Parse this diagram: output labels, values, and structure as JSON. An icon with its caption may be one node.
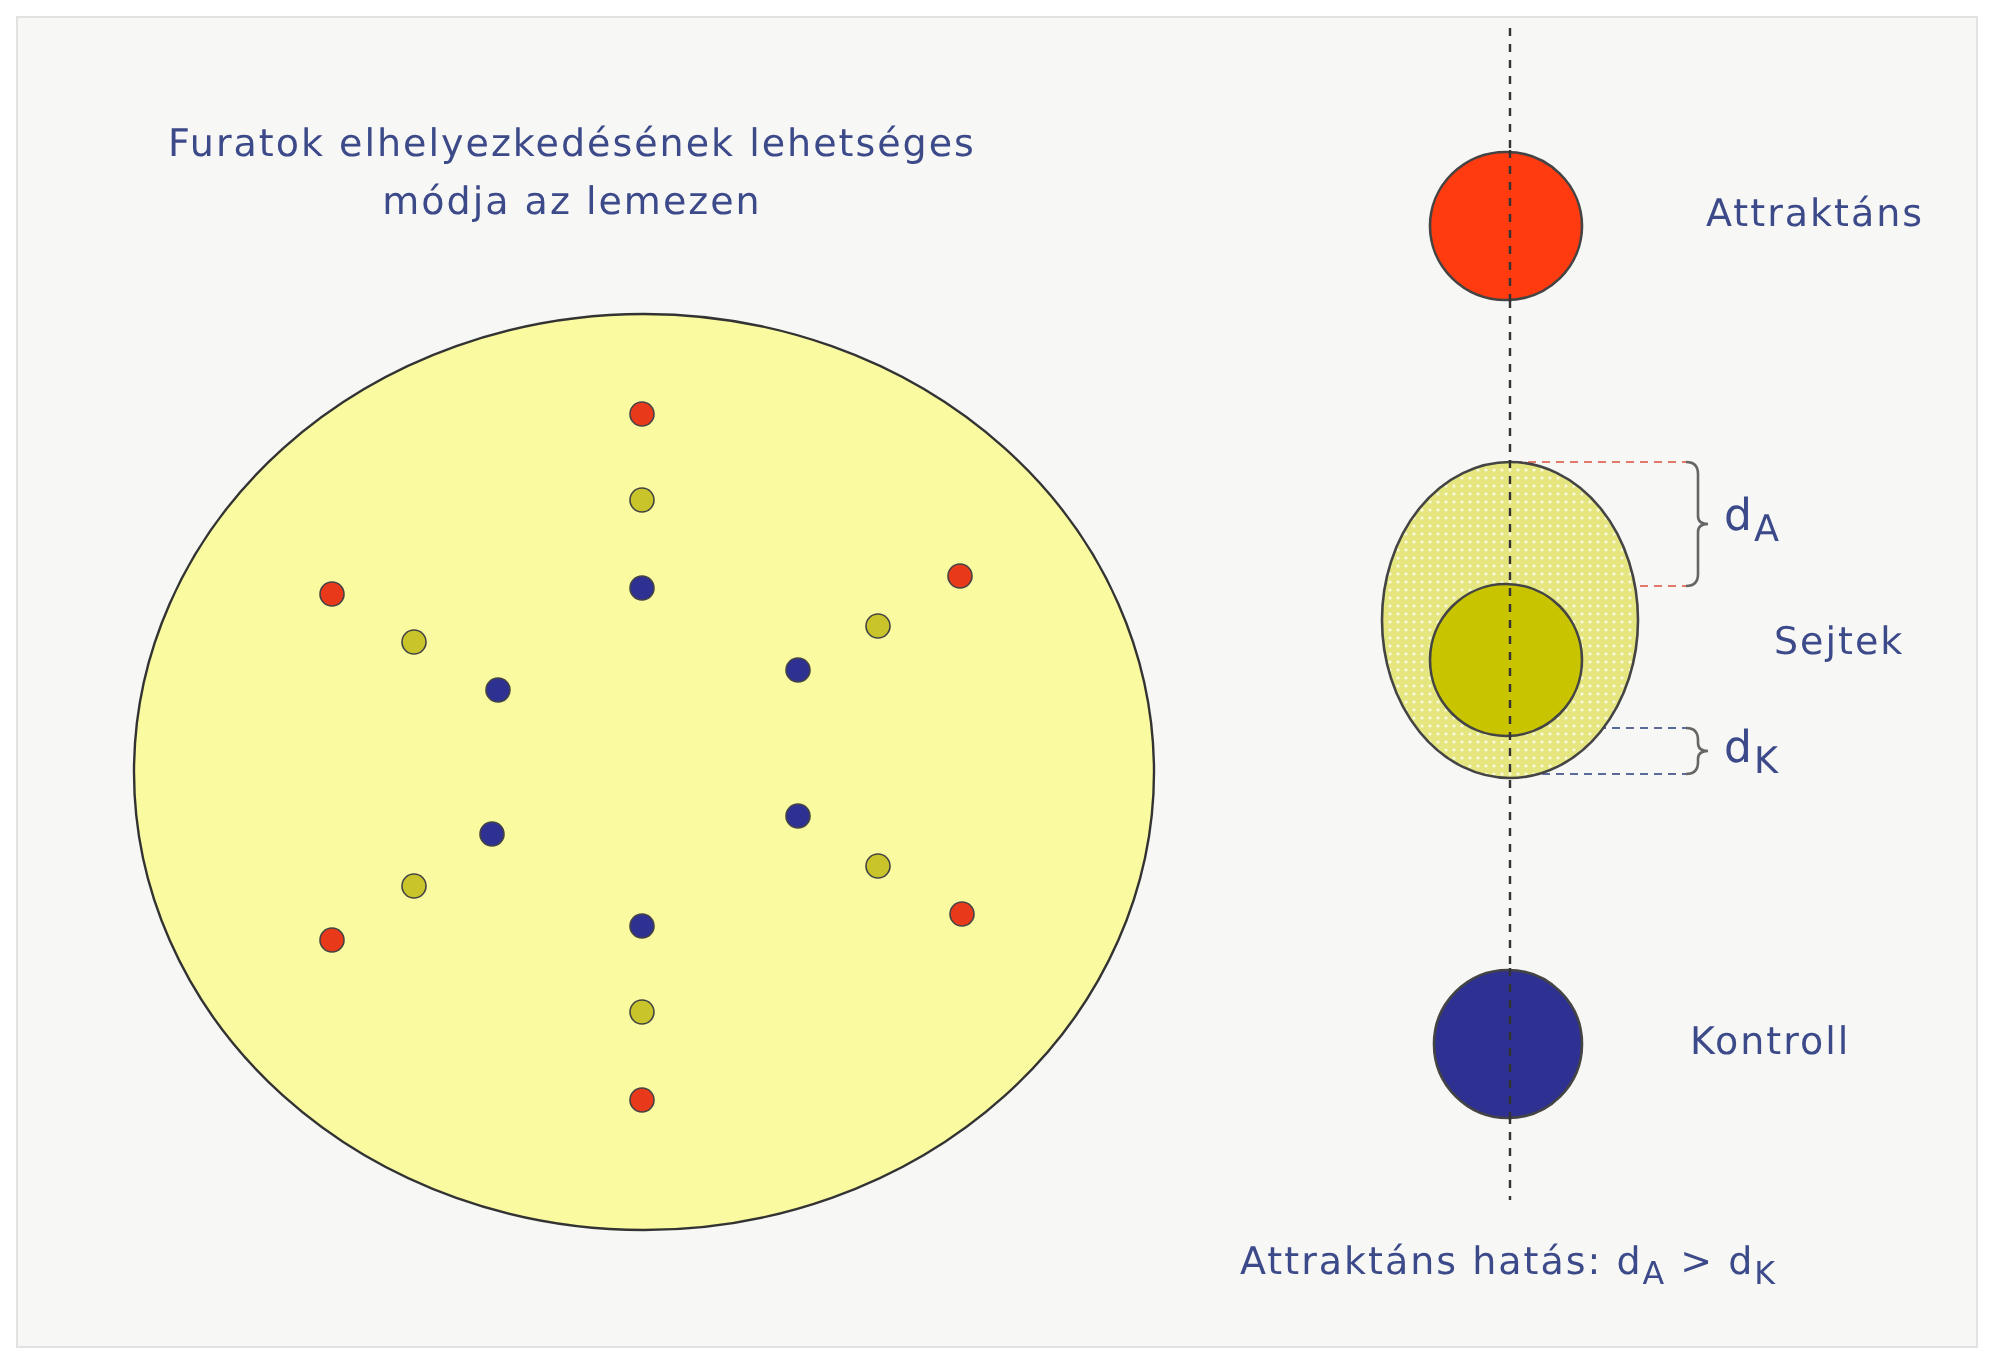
{
  "diagram": {
    "title": "Furatok elhelyezkedésének lehetséges módja az lemezen",
    "nodes": [
      {
        "text": [],
        "shape": "circle",
        "beside": [
          "Attraktáns"
        ]
      },
      {
        "text": [],
        "shape": "circle",
        "beside": [
          "Sejtek"
        ]
      },
      {
        "text": [],
        "shape": "circle",
        "beside": [
          "Kontroll"
        ]
      }
    ],
    "edges": [],
    "labels": [
      "d$_{A}$",
      "d$_{K}$",
      "Attraktáns hatás: d$_{A}$ > d$_{K}$"
    ]
  }
}
